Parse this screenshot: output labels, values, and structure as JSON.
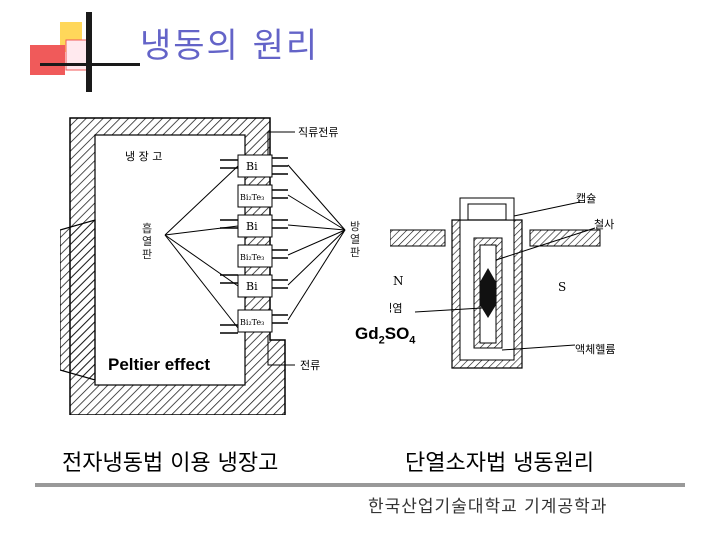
{
  "title": "냉동의 원리",
  "colors": {
    "title": "#6464c8",
    "deco_red": "#f05a5a",
    "deco_yellow": "#ffd75a",
    "deco_dark": "#1a1a1a"
  },
  "left_figure": {
    "fridge_label": "냉 장 고",
    "dc_label": "직류전류",
    "current_label": "전류",
    "heat_sink_label": "흡 열 판",
    "heat_release_label": "방 열 판",
    "elements": [
      "Bi",
      "Bi₂Te₃",
      "Bi",
      "Bi₂Te₃",
      "Bi",
      "Bi₂Te₃"
    ],
    "effect_label": "Peltier effect"
  },
  "right_figure": {
    "capsule_label": "캡슐",
    "wire_label": "철사",
    "n_label": "N",
    "s_label": "S",
    "salt_label": "상자성염",
    "compound": "Gd2SO4",
    "helium_label": "액체헬륨"
  },
  "captions": {
    "left": "전자냉동법 이용 냉장고",
    "right": "단열소자법 냉동원리"
  },
  "footer": "한국산업기술대학교 기계공학과"
}
